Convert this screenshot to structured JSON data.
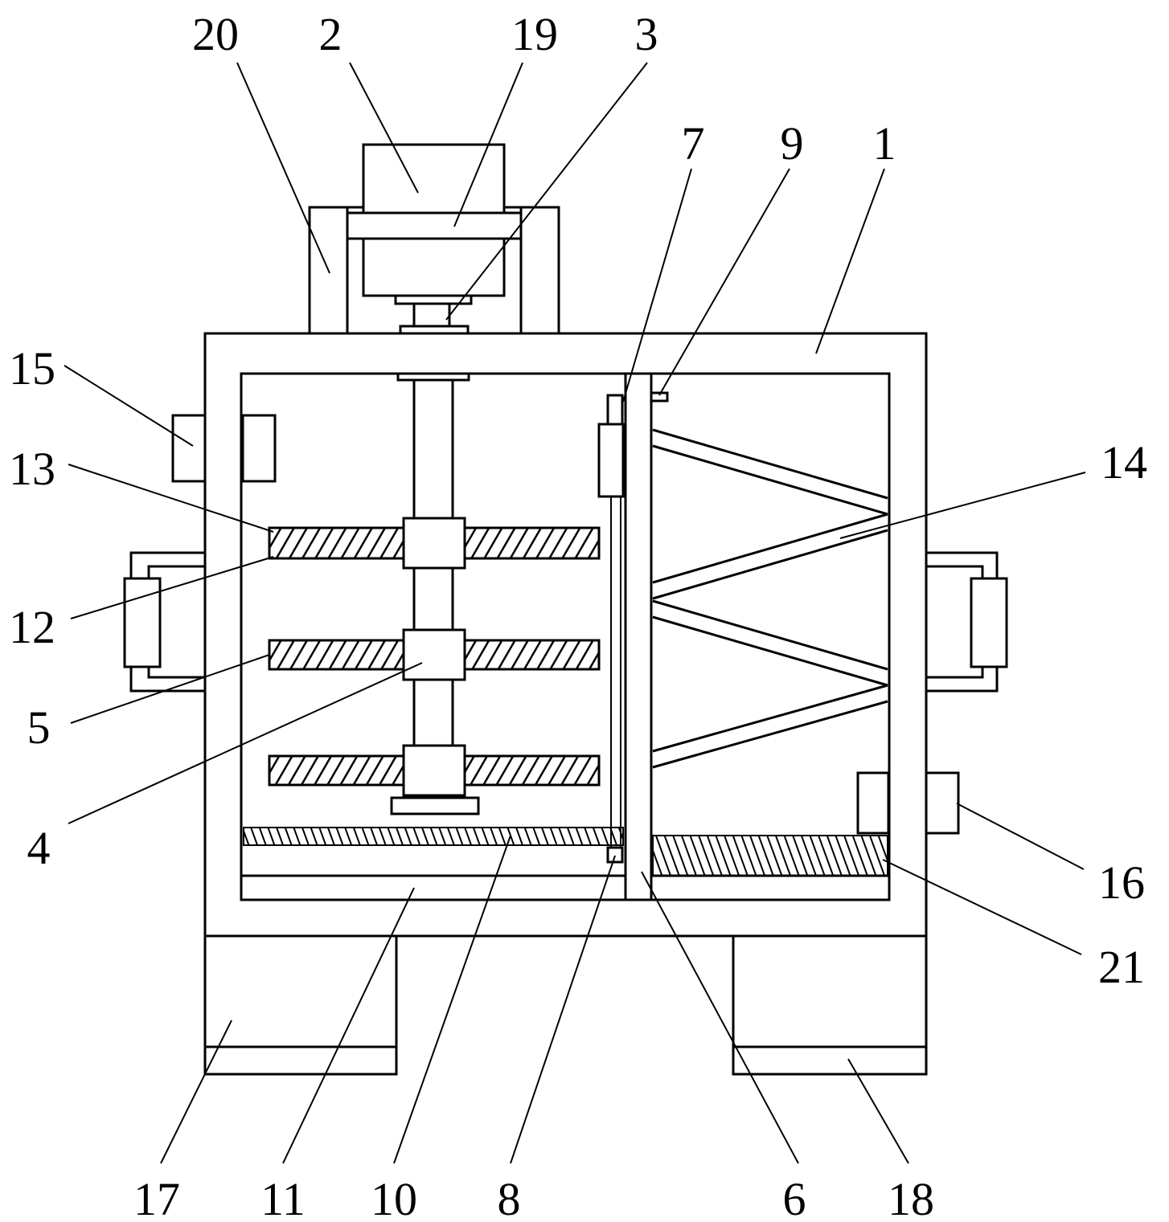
{
  "diagram": {
    "colors": {
      "stroke": "#000000",
      "background": "#ffffff"
    },
    "labels": {
      "l1": "1",
      "l2": "2",
      "l3": "3",
      "l4": "4",
      "l5": "5",
      "l6": "6",
      "l7": "7",
      "l8": "8",
      "l9": "9",
      "l10": "10",
      "l11": "11",
      "l12": "12",
      "l13": "13",
      "l14": "14",
      "l15": "15",
      "l16": "16",
      "l17": "17",
      "l18": "18",
      "l19": "19",
      "l20": "20",
      "l21": "21"
    }
  }
}
